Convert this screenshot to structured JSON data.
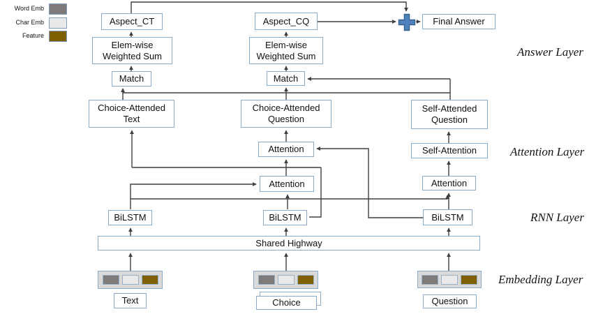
{
  "legend": {
    "items": [
      {
        "label": "Word Emb",
        "color": "#7e7a79"
      },
      {
        "label": "Char Emb",
        "color": "#e9e9e9"
      },
      {
        "label": "Feature",
        "color": "#7f6000"
      }
    ]
  },
  "layers": {
    "answer": "Answer Layer",
    "attention": "Attention Layer",
    "rnn": "RNN Layer",
    "embedding": "Embedding Layer"
  },
  "nodes": {
    "aspect_ct": "Aspect_CT",
    "aspect_cq": "Aspect_CQ",
    "final_answer": "Final Answer",
    "elem_wise_left": "Elem-wise Weighted Sum",
    "elem_wise_mid": "Elem-wise Weighted Sum",
    "match_left": "Match",
    "match_mid": "Match",
    "choice_attended_text": "Choice-Attended Text",
    "choice_attended_question": "Choice-Attended Question",
    "self_attended_question": "Self-Attended Question",
    "attention_upper": "Attention",
    "attention_lower": "Attention",
    "attention_right": "Attention",
    "self_attention": "Self-Attention",
    "bilstm_left": "BiLSTM",
    "bilstm_mid": "BiLSTM",
    "bilstm_right": "BiLSTM",
    "shared_highway": "Shared Highway",
    "text_input": "Text",
    "choice_input": "Choice",
    "question_input": "Question"
  },
  "colors": {
    "box_border": "#8aabc9",
    "line": "#3f3f3f",
    "plus_fill": "#4f81bd",
    "plus_border": "#35618f",
    "embed_bg": "#d9d9d9"
  }
}
